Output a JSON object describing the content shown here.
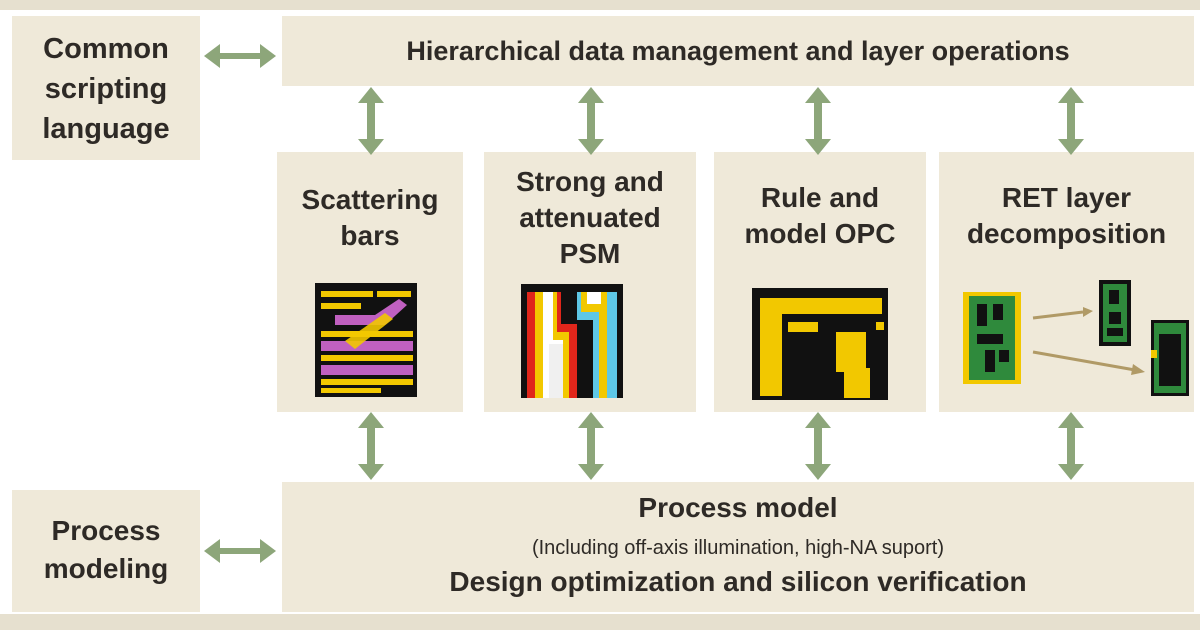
{
  "diagram": {
    "common_scripting": "Common\nscripting\nlanguage",
    "top_bar": "Hierarchical data management and layer operations",
    "modules": [
      {
        "label": "Scattering\nbars"
      },
      {
        "label": "Strong and\nattenuated\nPSM"
      },
      {
        "label": "Rule and\nmodel OPC"
      },
      {
        "label": "RET layer\ndecomposition"
      }
    ],
    "process_modeling": "Process\nmodeling",
    "bottom_bar": {
      "line1": "Process model",
      "line2": "(Including off-axis illumination, high-NA suport)",
      "line3": "Design optimization and silicon verification"
    },
    "colors": {
      "box": "#efe9d9",
      "arrow": "#8da67a",
      "text": "#2e2a26",
      "layout_yellow": "#f2c800",
      "layout_magenta": "#c060c0",
      "layout_green": "#2f8a3c",
      "layout_red": "#e0261b",
      "layout_cyan": "#5ec7e6"
    }
  }
}
